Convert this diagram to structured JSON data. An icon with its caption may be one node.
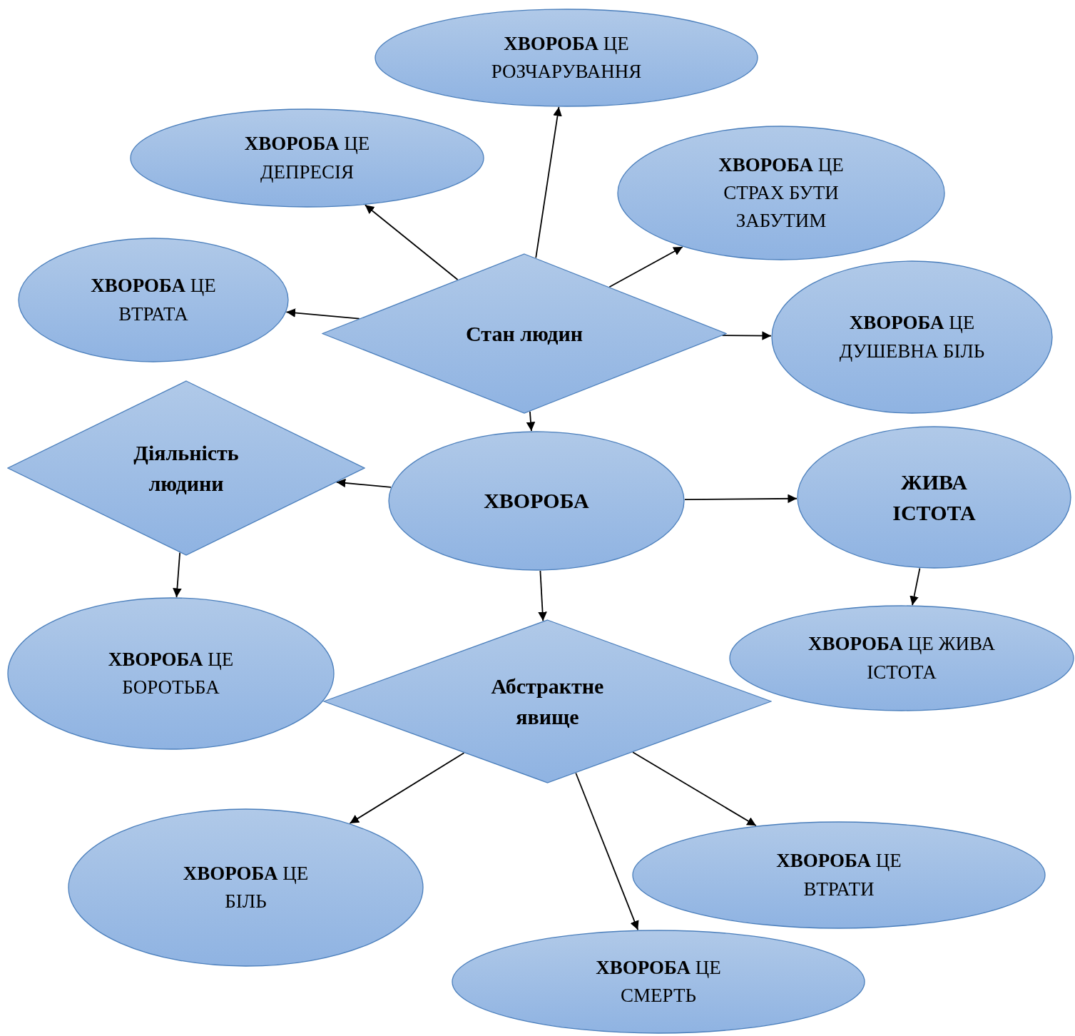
{
  "diagram": {
    "nodes": [
      {
        "text": [
          "**ХВОРОБА** ЦЕ РОЗЧАРУВАННЯ"
        ]
      },
      {
        "text": [
          "**ХВОРОБА** ЦЕ ДЕПРЕСІЯ"
        ]
      },
      {
        "text": [
          "**ХВОРОБА** ЦЕ СТРАХ БУТИ ЗАБУТИМ"
        ]
      },
      {
        "text": [
          "**ХВОРОБА** ЦЕ ВТРАТА"
        ]
      },
      {
        "text": [
          "Стан людин"
        ]
      },
      {
        "text": [
          "**ХВОРОБА** ЦЕ ДУШЕВНА БІЛЬ"
        ]
      },
      {
        "text": [
          "Діяльність людини"
        ]
      },
      {
        "text": [
          "ХВОРОБА"
        ]
      },
      {
        "text": [
          "ЖИВА ІСТОТА"
        ]
      },
      {
        "text": [
          "**ХВОРОБА** ЦЕ БОРОТЬБА"
        ]
      },
      {
        "text": [
          "**ХВОРОБА** ЦЕ ЖИВА ІСТОТА"
        ]
      },
      {
        "text": [
          "Абстрактне явище"
        ]
      },
      {
        "text": [
          "**ХВОРОБА** ЦЕ БІЛЬ"
        ]
      },
      {
        "text": [
          "**ХВОРОБА** ЦЕ ВТРАТИ"
        ]
      },
      {
        "text": [
          "**ХВОРОБА** ЦЕ СМЕРТЬ"
        ]
      }
    ],
    "edges": [
      {
        "from": 4,
        "to": 3,
        "arrow": "to"
      },
      {
        "from": 4,
        "to": 1,
        "arrow": "to"
      },
      {
        "from": 4,
        "to": 0,
        "arrow": "to"
      },
      {
        "from": 4,
        "to": 2,
        "arrow": "to"
      },
      {
        "from": 4,
        "to": 5,
        "arrow": "to"
      },
      {
        "from": 4,
        "to": 7,
        "arrow": "to"
      },
      {
        "from": 7,
        "to": 6,
        "arrow": "to"
      },
      {
        "from": 7,
        "to": 8,
        "arrow": "to"
      },
      {
        "from": 7,
        "to": 11,
        "arrow": "to"
      },
      {
        "from": 6,
        "to": 9,
        "arrow": "to"
      },
      {
        "from": 8,
        "to": 10,
        "arrow": "to"
      },
      {
        "from": 11,
        "to": 12,
        "arrow": "to"
      },
      {
        "from": 11,
        "to": 14,
        "arrow": "to"
      },
      {
        "from": 11,
        "to": 13,
        "arrow": "to"
      }
    ]
  }
}
